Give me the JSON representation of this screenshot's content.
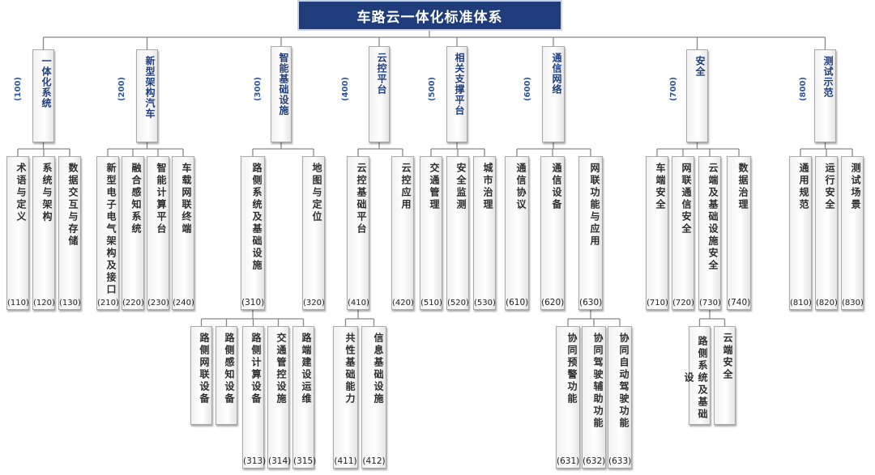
{
  "title": "车路云一体化标准体系",
  "categories": [
    {
      "label": "一体化系统",
      "code": "(100)"
    },
    {
      "label": "新型架构汽车",
      "code": "(200)"
    },
    {
      "label": "智能基础设施",
      "code": "(300)"
    },
    {
      "label": "云控平台",
      "code": "(400)"
    },
    {
      "label": "相关支撑平台",
      "code": "(500)"
    },
    {
      "label": "通信网络",
      "code": "(600)"
    },
    {
      "label": "安全",
      "code": "(700)"
    },
    {
      "label": "测试示范",
      "code": "(800)"
    }
  ],
  "subs": [
    {
      "label": "术语与定义",
      "code": "(110)"
    },
    {
      "label": "系统与架构",
      "code": "(120)"
    },
    {
      "label": "数据交互与存储",
      "code": "(130)"
    },
    {
      "label": "新型电子电气架构及接口",
      "code": "(210)"
    },
    {
      "label": "融合感知系统",
      "code": "(220)"
    },
    {
      "label": "智能计算平台",
      "code": "(230)"
    },
    {
      "label": "车载网联终端",
      "code": "(240)"
    },
    {
      "label": "路侧系统及基础设施",
      "code": "(310)"
    },
    {
      "label": "地图与定位",
      "code": "(320)"
    },
    {
      "label": "云控基础平台",
      "code": "(410)"
    },
    {
      "label": "云控应用",
      "code": "(420)"
    },
    {
      "label": "交通管理",
      "code": "(510)"
    },
    {
      "label": "安全监测",
      "code": "(520)"
    },
    {
      "label": "城市治理",
      "code": "(530)"
    },
    {
      "label": "通信协议",
      "code": "(610)"
    },
    {
      "label": "通信设备",
      "code": "(620)"
    },
    {
      "label": "网联功能与应用",
      "code": "(630)"
    },
    {
      "label": "车端安全",
      "code": "(710)"
    },
    {
      "label": "网联通信安全",
      "code": "(720)"
    },
    {
      "label": "云端及基础设施安全",
      "code": "(730)"
    },
    {
      "label": "数据治理",
      "code": "(740)"
    },
    {
      "label": "通用规范",
      "code": "(810)"
    },
    {
      "label": "运行安全",
      "code": "(820)"
    },
    {
      "label": "测试场景",
      "code": "(830)"
    }
  ],
  "leaves": [
    {
      "label": "路侧网联设备",
      "code": ""
    },
    {
      "label": "路侧感知设备",
      "code": ""
    },
    {
      "label": "路侧计算设备",
      "code": "(313)"
    },
    {
      "label": "交通管控设施",
      "code": "(314)"
    },
    {
      "label": "路端建设运维",
      "code": "(315)"
    },
    {
      "label": "共性基础能力",
      "code": "(411)"
    },
    {
      "label": "信息基础设施",
      "code": "(412)"
    },
    {
      "label": "协同预警功能",
      "code": "(631)"
    },
    {
      "label": "协同驾驶辅助功能",
      "code": "(632)"
    },
    {
      "label": "协同自动驾驶功能",
      "code": "(633)"
    },
    {
      "label": "路侧系统及基础设",
      "code": ""
    },
    {
      "label": "云端安全",
      "code": ""
    }
  ],
  "colors": {
    "header_bg": "#1f3d7a",
    "code_text": "#2f56a3",
    "line": "#888888"
  }
}
